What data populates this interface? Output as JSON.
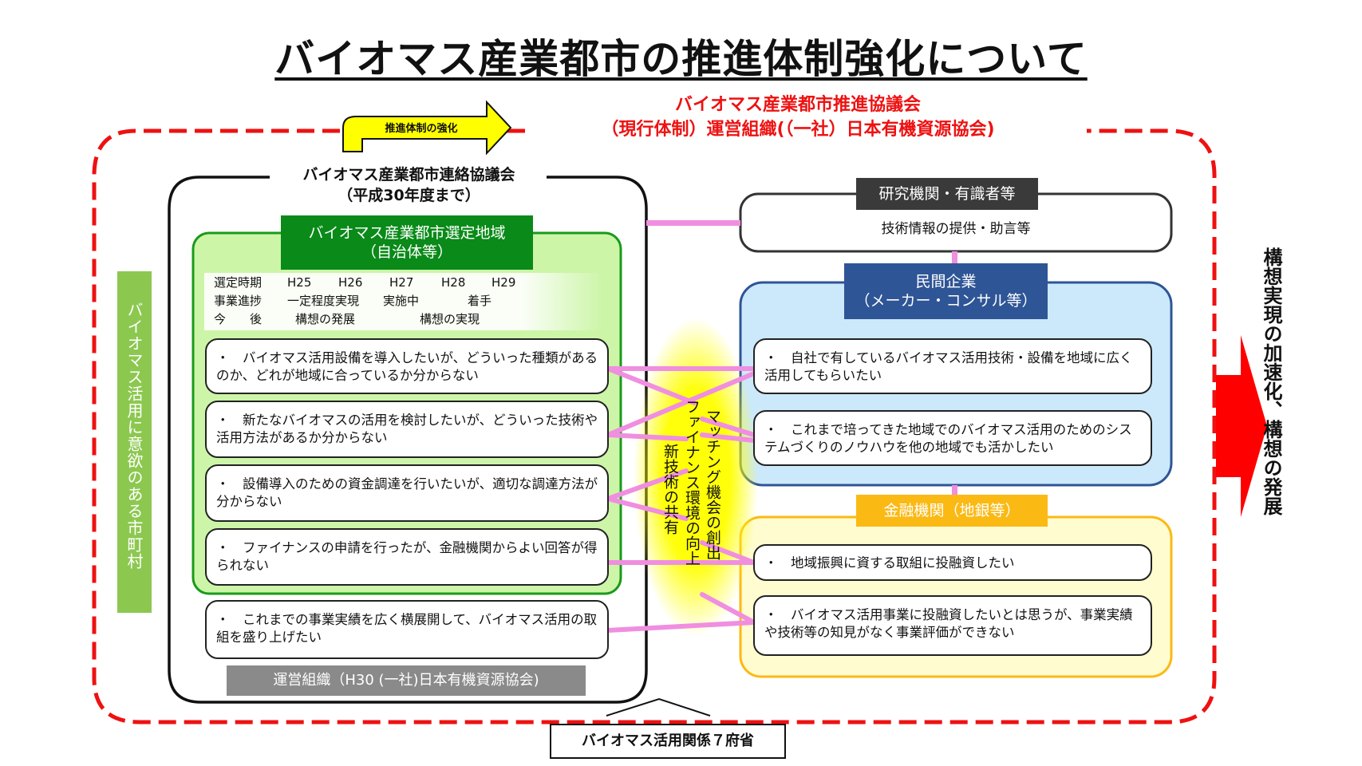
{
  "title": "バイオマス産業都市の推進体制強化について",
  "current_council": {
    "line1": "バイオマス産業都市推進協議会",
    "line2": "（現行体制）運営組織(（一社）日本有機資源協会)"
  },
  "strengthen_arrow_label": "推進体制の強化",
  "liaison_council": {
    "line1": "バイオマス産業都市連絡協議会",
    "line2": "（平成30年度まで）"
  },
  "selected_regions": {
    "line1": "バイオマス産業都市選定地域",
    "line2": "（自治体等）",
    "schedule": {
      "row1": {
        "label": "選定時期",
        "values": [
          "H25",
          "H26",
          "H27",
          "H28",
          "H29"
        ]
      },
      "row2": {
        "label": "事業進捗",
        "values": [
          "一定程度実現",
          "実施中",
          "着手"
        ]
      },
      "row3": {
        "label": "今　　後",
        "values": [
          "構想の発展",
          "構想の実現"
        ]
      }
    },
    "needs": [
      "・　バイオマス活用設備を導入したいが、どういった種類があるのか、どれが地域に合っているか分からない",
      "・　新たなバイオマスの活用を検討したいが、どういった技術や活用方法があるか分からない",
      "・　設備導入のための資金調達を行いたいが、適切な調達方法が分からない",
      "・　ファイナンスの申請を行ったが、金融機関からよい回答が得られない"
    ]
  },
  "expansion_need": "・　これまでの事業実績を広く横展開して、バイオマス活用の取組を盛り上げたい",
  "operating_org": "運営組織（H30 (一社)日本有機資源協会)",
  "municipalities_label": "バイオマス活用に意欲のある市町村",
  "center_glow": {
    "col1": "マッチング機会の創出",
    "col2": "ファイナンス環境の向上",
    "col3": "新技術の共有"
  },
  "research": {
    "header": "研究機関・有識者等",
    "body": "技術情報の提供・助言等"
  },
  "private": {
    "line1": "民間企業",
    "line2": "（メーカー・コンサル等）",
    "items": [
      "・　自社で有しているバイオマス活用技術・設備を地域に広く活用してもらいたい",
      "・　これまで培ってきた地域でのバイオマス活用のためのシステムづくりのノウハウを他の地域でも活かしたい"
    ]
  },
  "finance": {
    "header": "金融機関（地銀等）",
    "items": [
      "・　地域振興に資する取組に投融資したい",
      "・　バイオマス活用事業に投融資したいとは思うが、事業実績や技術等の知見がなく事業評価ができない"
    ]
  },
  "ministries_label": "バイオマス活用関係７府省",
  "outcome_label": "構想実現の加速化、構想の発展",
  "colors": {
    "red": "#ee1111",
    "green_dark": "#0a8a18",
    "green_light": "#ccf5a8",
    "side_green": "#8cc850",
    "blue_dark": "#2e5596",
    "blue_light": "#cce9fb",
    "orange": "#fbb914",
    "yellow_light": "#fffcd0",
    "pink": "#f08ee0",
    "gray": "#8a8a8a",
    "dark_gray": "#3a3a3a"
  }
}
